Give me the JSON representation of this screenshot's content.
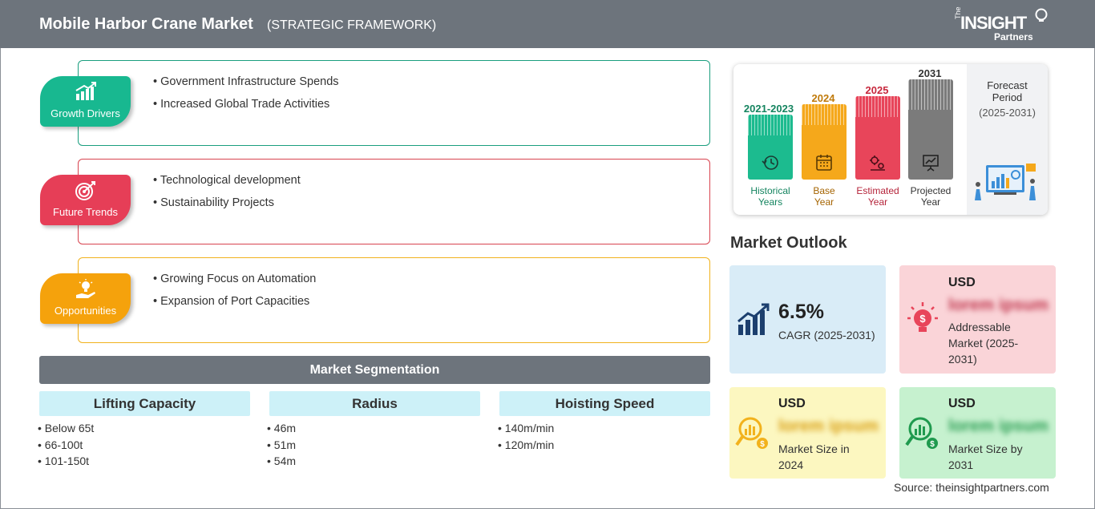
{
  "header": {
    "title": "Mobile Harbor Crane Market",
    "subtitle": "(STRATEGIC FRAMEWORK)",
    "logo": {
      "the": "The",
      "insight": "INSIGHT",
      "partners": "Partners"
    }
  },
  "framework": [
    {
      "badge": "Growth Drivers",
      "icon": "growth-chart-icon",
      "color": "#18b890",
      "border": "#1a9e7e",
      "items": [
        "Government Infrastructure Spends",
        "Increased Global Trade Activities"
      ]
    },
    {
      "badge": "Future Trends",
      "icon": "target-icon",
      "color": "#e63e57",
      "border": "#d8434f",
      "items": [
        "Technological development",
        "Sustainability Projects"
      ]
    },
    {
      "badge": "Opportunities",
      "icon": "lightbulb-hand-icon",
      "color": "#f5a20c",
      "border": "#f1b21d",
      "items": [
        "Growing Focus on Automation",
        "Expansion of Port Capacities"
      ]
    }
  ],
  "segmentation": {
    "title": "Market Segmentation",
    "columns": [
      {
        "heading": "Lifting Capacity",
        "items": [
          "Below 65t",
          "66-100t",
          "101-150t"
        ]
      },
      {
        "heading": "Radius",
        "items": [
          "46m",
          "51m",
          "54m"
        ]
      },
      {
        "heading": "Hoisting Speed",
        "items": [
          "140m/min",
          "120m/min"
        ]
      }
    ]
  },
  "timeline": {
    "bars": [
      {
        "year": "2021-2023",
        "label_1": "Historical",
        "label_2": "Years",
        "color": "#1cbb8f",
        "year_color": "#14845f",
        "label_color": "#14845f",
        "icon": "history-icon"
      },
      {
        "year": "2024",
        "label_1": "Base",
        "label_2": "Year",
        "color": "#f5a81b",
        "year_color": "#c07a0a",
        "label_color": "#a56400",
        "icon": "calendar-icon"
      },
      {
        "year": "2025",
        "label_1": "Estimated",
        "label_2": "Year",
        "color": "#e8455a",
        "year_color": "#c7283d",
        "label_color": "#b5243a",
        "icon": "gears-icon"
      },
      {
        "year": "2031",
        "label_1": "Projected",
        "label_2": "Year",
        "color": "#7b7b7b",
        "year_color": "#333333",
        "label_color": "#333333",
        "icon": "presentation-icon"
      }
    ],
    "forecast_title": "Forecast Period",
    "forecast_period": "(2025-2031)"
  },
  "outlook": {
    "title": "Market Outlook",
    "cagr": {
      "value": "6.5%",
      "label": "CAGR (2025-2031)",
      "color": "#d9ecf7",
      "icon": "growth-bars-icon"
    },
    "addressable": {
      "usd": "USD",
      "value": "lorem ipsum",
      "desc_1": "Addressable",
      "desc_2": "Market (2025-",
      "desc_3": "2031)",
      "color": "#fad4d8",
      "icon": "dollar-bulb-icon"
    },
    "size_2024": {
      "usd": "USD",
      "value": "lorem ipsum",
      "desc_1": "Market Size in",
      "desc_2": "2024",
      "color": "#fcf7c0",
      "icon": "magnifier-chart-icon"
    },
    "size_2031": {
      "usd": "USD",
      "value": "lorem ipsum",
      "desc_1": "Market Size by",
      "desc_2": "2031",
      "color": "#c6f1cf",
      "icon": "magnifier-chart-icon"
    }
  },
  "source": "Source: theinsightpartners.com"
}
